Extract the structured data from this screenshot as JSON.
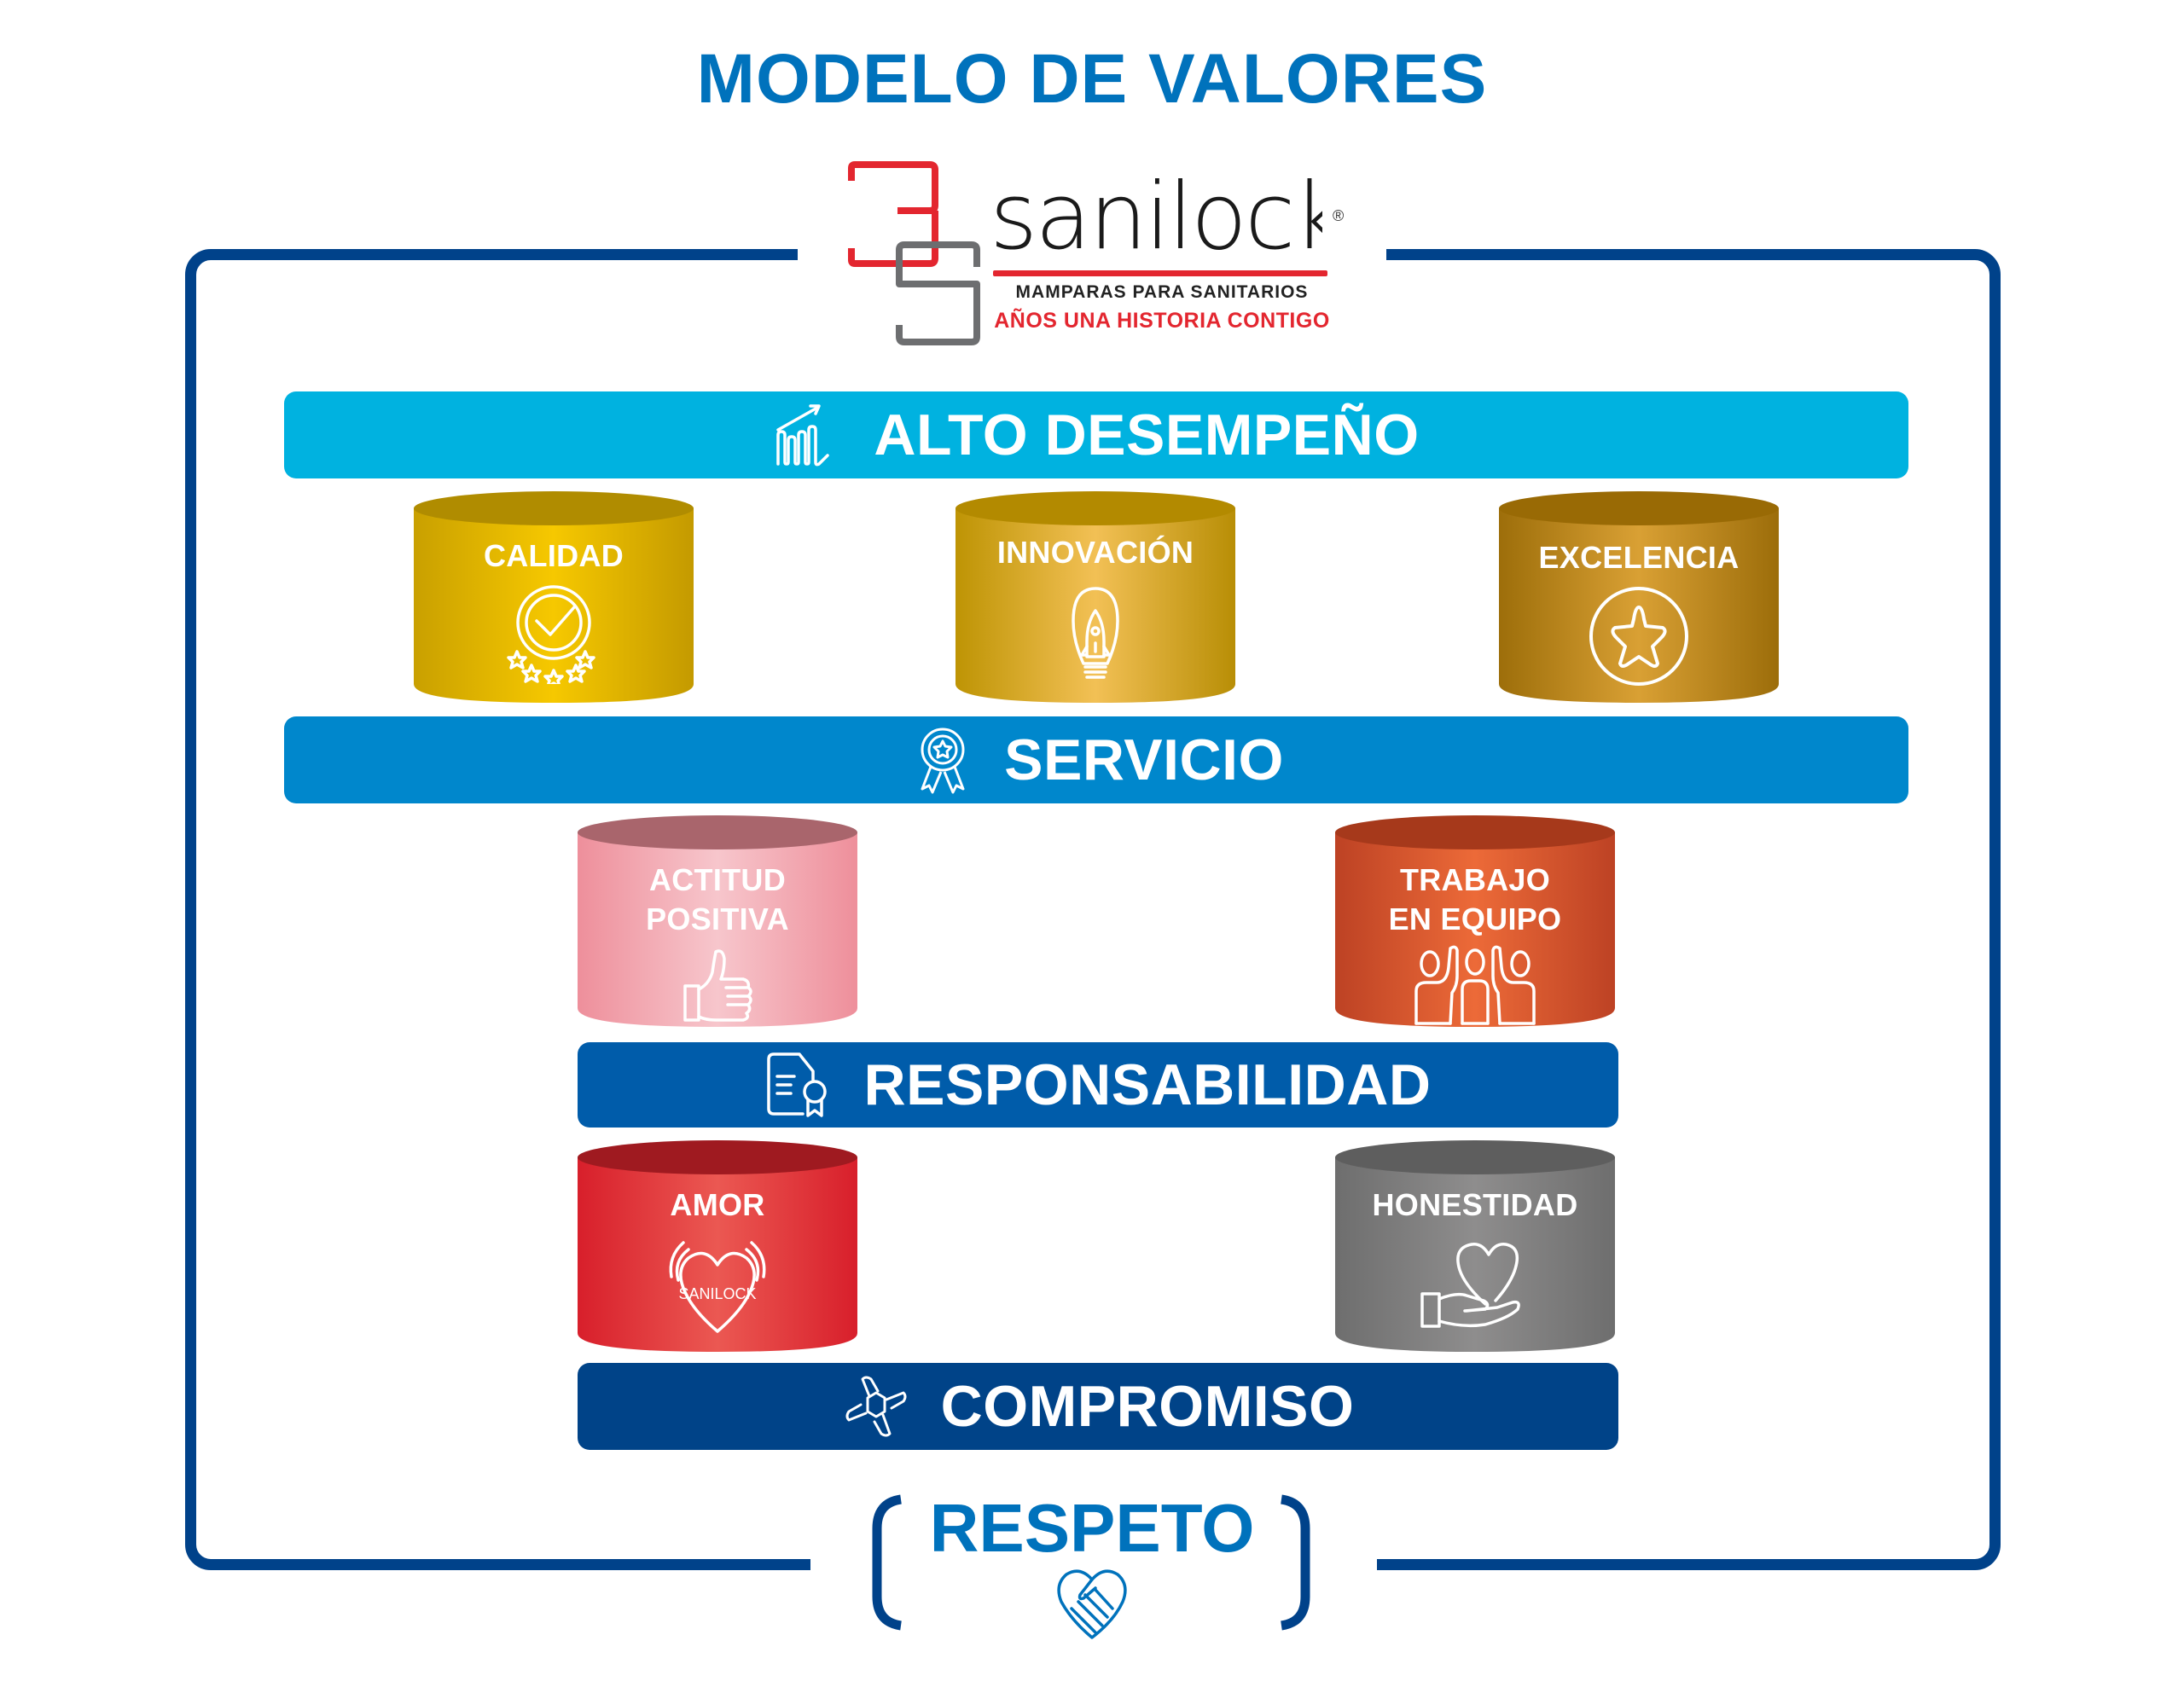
{
  "title": "MODELO DE VALORES",
  "logo": {
    "number_mark": "35",
    "brand": "sanilock",
    "registered": "®",
    "tagline": "MAMPARAS PARA SANITARIOS",
    "slogan": "AÑOS UNA HISTORIA CONTIGO"
  },
  "colors": {
    "title": "#0072BC",
    "frame": "#00428A",
    "alto_desempeno": "#00B2E0",
    "servicio": "#0087CC",
    "responsabilidad": "#005CAA",
    "compromiso": "#004388"
  },
  "tiers": {
    "alto_desempeno": {
      "label": "ALTO DESEMPEÑO",
      "icon": "growth-chart-icon"
    },
    "servicio": {
      "label": "SERVICIO",
      "icon": "award-ribbon-icon"
    },
    "responsabilidad": {
      "label": "RESPONSABILIDAD",
      "icon": "certificate-document-icon"
    },
    "compromiso": {
      "label": "COMPROMISO",
      "icon": "joined-hands-icon"
    }
  },
  "values": {
    "calidad": {
      "label": "CALIDAD",
      "icon": "quality-check-stars-icon"
    },
    "innovacion": {
      "label": "INNOVACIÓN",
      "icon": "lightbulb-rocket-icon"
    },
    "excelencia": {
      "label": "EXCELENCIA",
      "icon": "star-badge-icon"
    },
    "actitud_positiva": {
      "line1": "ACTITUD",
      "line2": "POSITIVA",
      "icon": "thumbs-up-icon"
    },
    "trabajo_en_equipo": {
      "line1": "TRABAJO",
      "line2": "EN EQUIPO",
      "icon": "team-hands-up-icon"
    },
    "amor": {
      "label": "AMOR",
      "heart_text": "SANILOCK",
      "icon": "heart-icon"
    },
    "honestidad": {
      "label": "HONESTIDAD",
      "icon": "hand-heart-icon"
    }
  },
  "foundation": {
    "label": "RESPETO",
    "icon": "handshake-heart-icon"
  }
}
